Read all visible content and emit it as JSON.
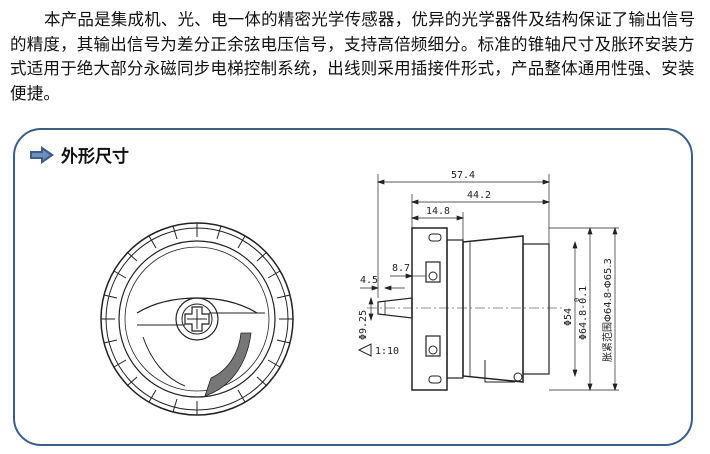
{
  "intro": {
    "paragraph": "本产品是集成机、光、电一体的精密光学传感器，优异的光学器件及结构保证了输出信号的精度，其输出信号为差分正余弦电压信号，支持高倍频细分。标准的锥轴尺寸及胀环安装方式适用于绝大部分永磁同步电梯控制系统，出线则采用插接件形式，产品整体通用性强、安装便捷。"
  },
  "section": {
    "title": "外形尺寸",
    "arrow_icon": "right-arrow-icon",
    "accent_color": "#3e5d86"
  },
  "dimensions": {
    "overall_length": "57.4",
    "body_length": "44.2",
    "flange_length": "14.8",
    "connector_offset": "8.7",
    "shaft_step": "4.5",
    "shaft_diameter": "Φ9.25",
    "taper": "1:10",
    "housing_diameter": "Φ54",
    "outer_diameter": "Φ64.8-0.1",
    "outer_diameter_tolerance_top": "0",
    "expansion_range": "胀紧范围Φ64.8-Φ65.3"
  }
}
